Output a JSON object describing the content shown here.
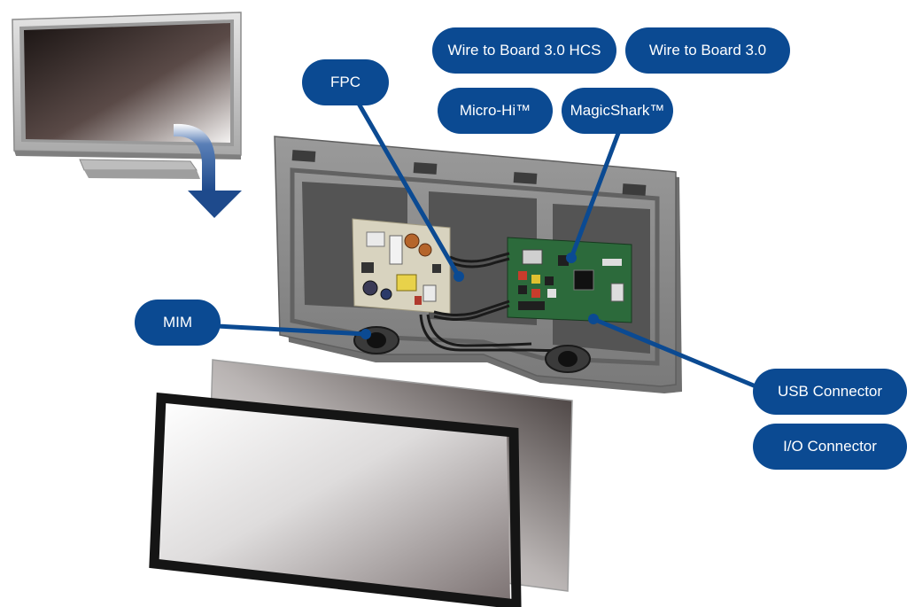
{
  "labels": {
    "wtb_hcs": "Wire to Board 3.0 HCS",
    "wtb": "Wire to Board 3.0",
    "fpc": "FPC",
    "micro_hi": "Micro-Hi™",
    "magicshark": "MagicShark™",
    "mim": "MIM",
    "usb": "USB Connector",
    "io": "I/O Connector"
  },
  "colors": {
    "label_fill": "#0b4a92",
    "leader_line": "#0b4a92",
    "arrow": "#1e4a8c",
    "chassis": "#8a8a8a"
  }
}
